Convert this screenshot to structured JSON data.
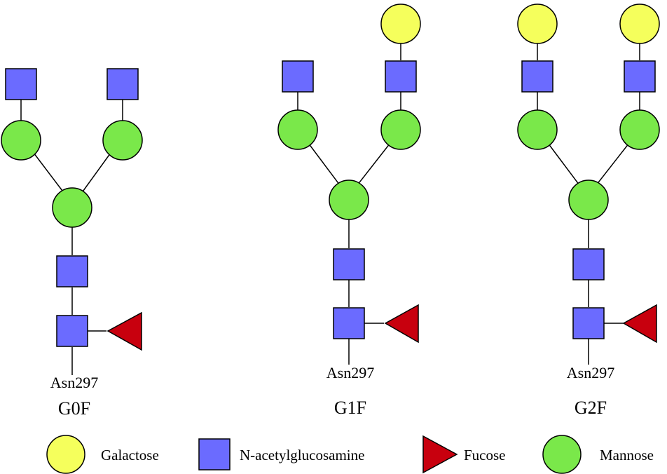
{
  "glycans": [
    {
      "name": "G0F",
      "anchor": "Asn297"
    },
    {
      "name": "G1F",
      "anchor": "Asn297"
    },
    {
      "name": "G2F",
      "anchor": "Asn297"
    }
  ],
  "legend": {
    "galactose": "Galactose",
    "glcnac": "N-acetylglucosamine",
    "fucose": "Fucose",
    "mannose": "Mannose"
  },
  "colors": {
    "galactose": "#f5ff5c",
    "glcnac": "#6b6bff",
    "fucose": "#c8000e",
    "mannose": "#7ae84a"
  }
}
